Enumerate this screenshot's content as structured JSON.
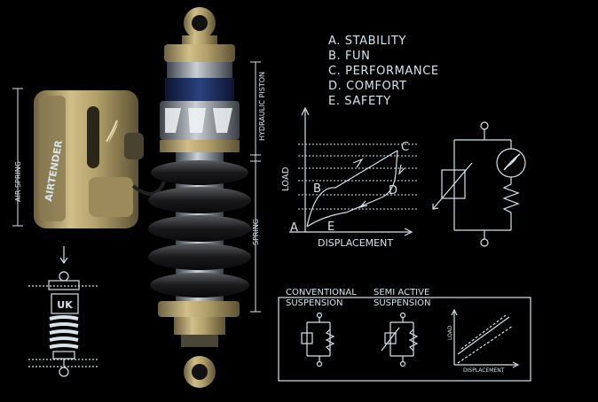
{
  "legend_items": [
    "A. STABILITY",
    "B. FUN",
    "C. PERFORMANCE",
    "D. COMFORT",
    "E. SAFETY"
  ],
  "side_labels": {
    "air_spring": "AIR SPRING",
    "spring_right": "SPRING",
    "hydraulic_piston": "HYDRAULIC PISTON"
  },
  "product_text": {
    "canister_brand": "AIRTENDER",
    "mini_logo": "UK"
  },
  "main_graph": {
    "x_axis": "DISPLACEMENT",
    "y_axis": "LOAD",
    "points": [
      "A",
      "B",
      "C",
      "D",
      "E"
    ]
  },
  "comparison": {
    "conventional": "CONVENTIONAL\nSUSPENSION",
    "conventional_l1": "CONVENTIONAL",
    "conventional_l2": "SUSPENSION",
    "semi_l1": "SEMI ACTIVE",
    "semi_l2": "SUSPENSION",
    "mini_x": "DISPLACEMENT",
    "mini_y": "LOAD"
  },
  "colors": {
    "background": "#000000",
    "line": "#d7e3ea",
    "gold": "#b9a46c",
    "spring_dark": "#1b1b1d",
    "chrome": "#8c95a0",
    "blue": "#1a2a5a"
  }
}
